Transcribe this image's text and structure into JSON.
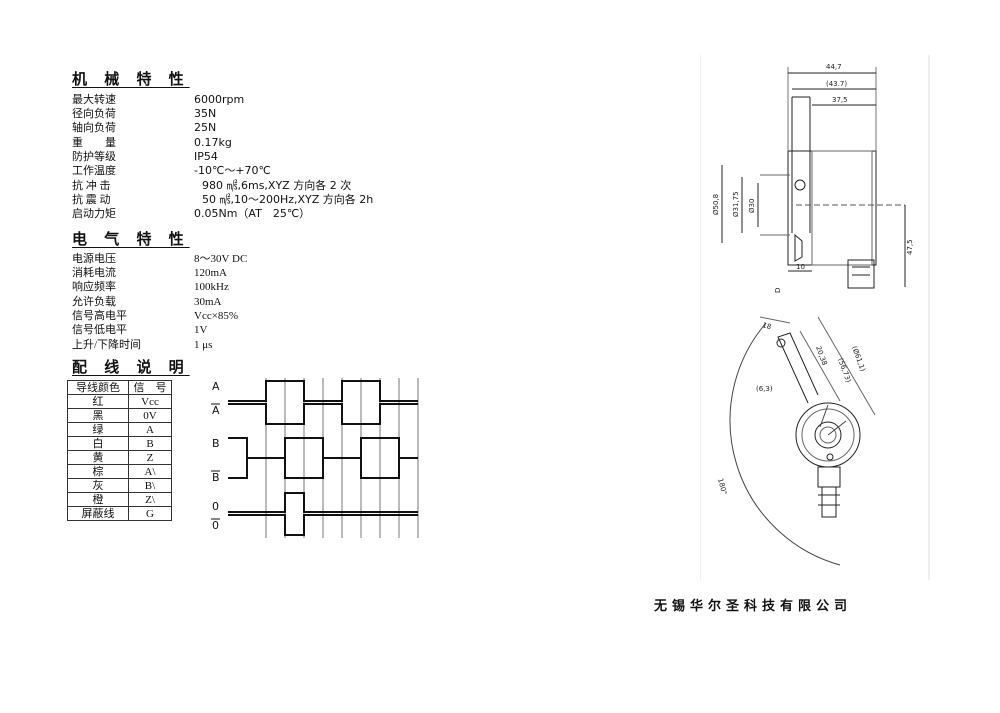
{
  "sections": {
    "mech_title": "机 械 特 性",
    "elec_title": "电 气 特 性",
    "wiring_title": "配 线 说 明"
  },
  "mechanical": [
    {
      "k": "最大转速",
      "v": "6000rpm"
    },
    {
      "k": "径向负荷",
      "v": "35N"
    },
    {
      "k": "轴向负荷",
      "v": "25N"
    },
    {
      "k": "重　　量",
      "v": "0.17kg"
    },
    {
      "k": "防护等级",
      "v": "IP54"
    },
    {
      "k": "工作温度",
      "v": "-10℃～+70℃"
    },
    {
      "k": "抗 冲 击",
      "v": "980 ㎨,6ms,XYZ 方向各 2 次"
    },
    {
      "k": "抗 震 动",
      "v": "50 ㎨,10～200Hz,XYZ 方向各 2h"
    },
    {
      "k": "启动力矩",
      "v": "0.05Nm（AT　25℃）"
    }
  ],
  "electrical": [
    {
      "k": "电源电压",
      "v": "8～30V DC"
    },
    {
      "k": "消耗电流",
      "v": "120mA"
    },
    {
      "k": "响应频率",
      "v": "100kHz"
    },
    {
      "k": "允许负载",
      "v": "30mA"
    },
    {
      "k": "信号高电平",
      "v": "Vcc×85%"
    },
    {
      "k": "信号低电平",
      "v": "1V"
    },
    {
      "k": "上升/下降时间",
      "v": "1 μs"
    }
  ],
  "wiring": {
    "headers": [
      "导线颜色",
      "信　号"
    ],
    "rows": [
      [
        "红",
        "Vcc"
      ],
      [
        "黑",
        "0V"
      ],
      [
        "绿",
        "A"
      ],
      [
        "白",
        "B"
      ],
      [
        "黄",
        "Z"
      ],
      [
        "棕",
        "A\\"
      ],
      [
        "灰",
        "B\\"
      ],
      [
        "橙",
        "Z\\"
      ],
      [
        "屏蔽线",
        "G"
      ]
    ]
  },
  "timing_labels": [
    "A",
    "A",
    "B",
    "B",
    "0",
    "0"
  ],
  "drawing_dims": {
    "d1": "44,7",
    "d2": "(43.7)",
    "d3": "37,5",
    "d4": "Ø50,8",
    "d5": "Ø31,75",
    "d6": "Ø30",
    "d7": "10",
    "d8": "47,5",
    "d9": "D",
    "e1": "18",
    "e2": "20,38",
    "e3": "(Ø61,1)",
    "e4": "(56,73)",
    "e5": "(6,3)",
    "e6": "180°"
  },
  "company": "无锡华尔圣科技有限公司"
}
